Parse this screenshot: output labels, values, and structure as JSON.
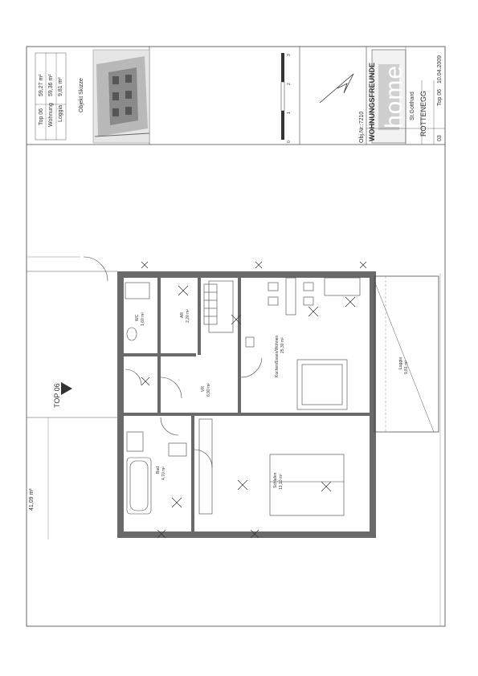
{
  "title_block": {
    "logo_text": "home",
    "company": "WOHNUNGSFREUNDE",
    "object_no": "Obj.Nr.:7210",
    "location": "St.Gotthard",
    "project": "ROTTENEGG",
    "unit": "Top 06",
    "plan_no": "03",
    "date": "10.04.2009",
    "scale_marks": [
      "0",
      "1",
      "2",
      "3"
    ]
  },
  "area_table": {
    "rows": [
      {
        "label": "Top 06",
        "value": "59,27 m²"
      },
      {
        "label": "Wohnung",
        "value": "59,36 m²"
      },
      {
        "label": "Loggia",
        "value": "9,81 m²"
      }
    ]
  },
  "sketch_label": "Objekt Skizze",
  "unit_label": "TOP 06",
  "outside_area": "41,09 m²",
  "rooms": [
    {
      "name": "Kochen/Essen/Wohnen",
      "area": "25,30 m²"
    },
    {
      "name": "Schlafen",
      "area": "13,10 m²"
    },
    {
      "name": "Bad",
      "area": "4,70 m²"
    },
    {
      "name": "WC",
      "area": "1,60 m²"
    },
    {
      "name": "AR",
      "area": "2,20 m²"
    },
    {
      "name": "VR",
      "area": "6,90 m²"
    },
    {
      "name": "Loggia",
      "area": "9,81 m²"
    }
  ],
  "colors": {
    "wall": "#555555",
    "line": "#333333",
    "paper": "#ffffff"
  }
}
